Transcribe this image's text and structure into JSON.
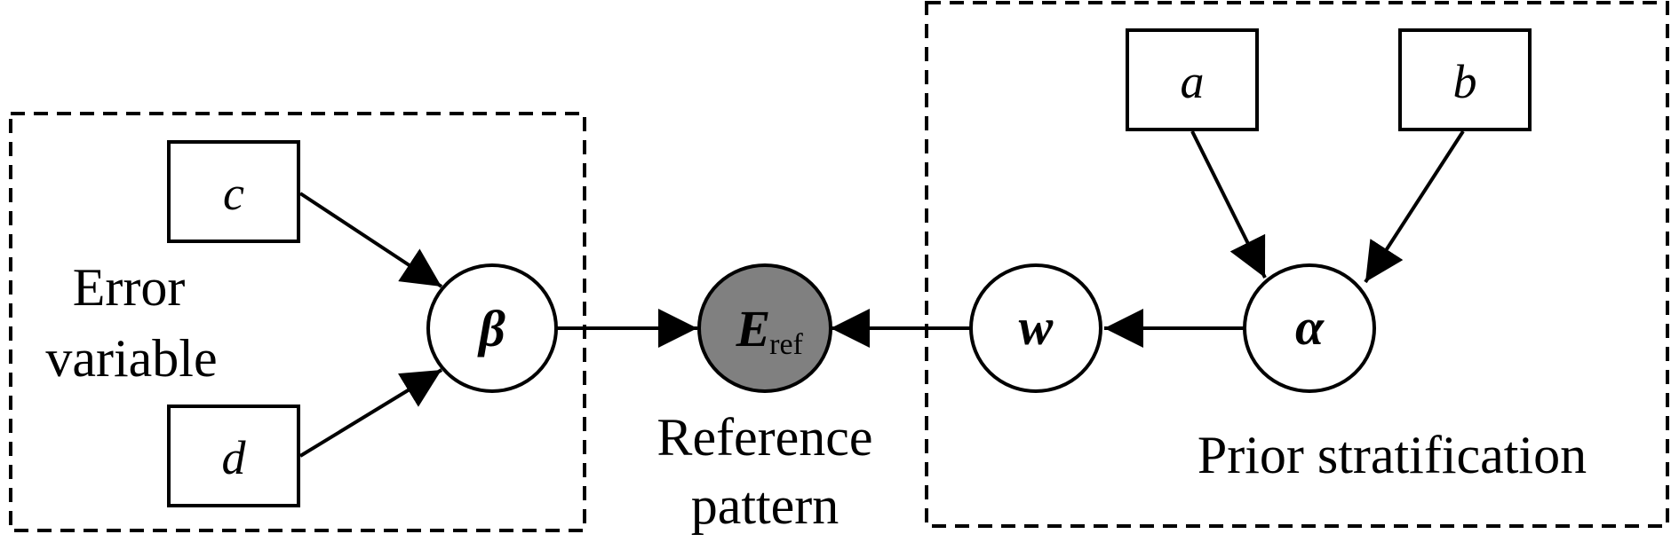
{
  "diagram": {
    "type": "probabilistic-graphical-model",
    "colors": {
      "observed_node_fill": "#808080",
      "latent_node_fill": "#ffffff",
      "stroke": "#000000"
    },
    "plates": {
      "error": {
        "label_line1": "Error",
        "label_line2": "variable"
      },
      "prior": {
        "label": "Prior stratification"
      }
    },
    "reference_label": {
      "line1": "Reference",
      "line2": "pattern"
    },
    "nodes": {
      "c": {
        "symbol": "c",
        "kind": "hyperparameter"
      },
      "d": {
        "symbol": "d",
        "kind": "hyperparameter"
      },
      "beta": {
        "symbol": "β",
        "kind": "latent"
      },
      "eref": {
        "symbol": "E",
        "subscript": "ref",
        "kind": "observed"
      },
      "w": {
        "symbol": "w",
        "kind": "latent"
      },
      "alpha": {
        "symbol": "α",
        "kind": "latent"
      },
      "a": {
        "symbol": "a",
        "kind": "hyperparameter"
      },
      "b": {
        "symbol": "b",
        "kind": "hyperparameter"
      }
    },
    "edges": [
      {
        "from": "c",
        "to": "beta"
      },
      {
        "from": "d",
        "to": "beta"
      },
      {
        "from": "beta",
        "to": "eref"
      },
      {
        "from": "w",
        "to": "eref"
      },
      {
        "from": "alpha",
        "to": "w"
      },
      {
        "from": "a",
        "to": "alpha"
      },
      {
        "from": "b",
        "to": "alpha"
      }
    ]
  }
}
